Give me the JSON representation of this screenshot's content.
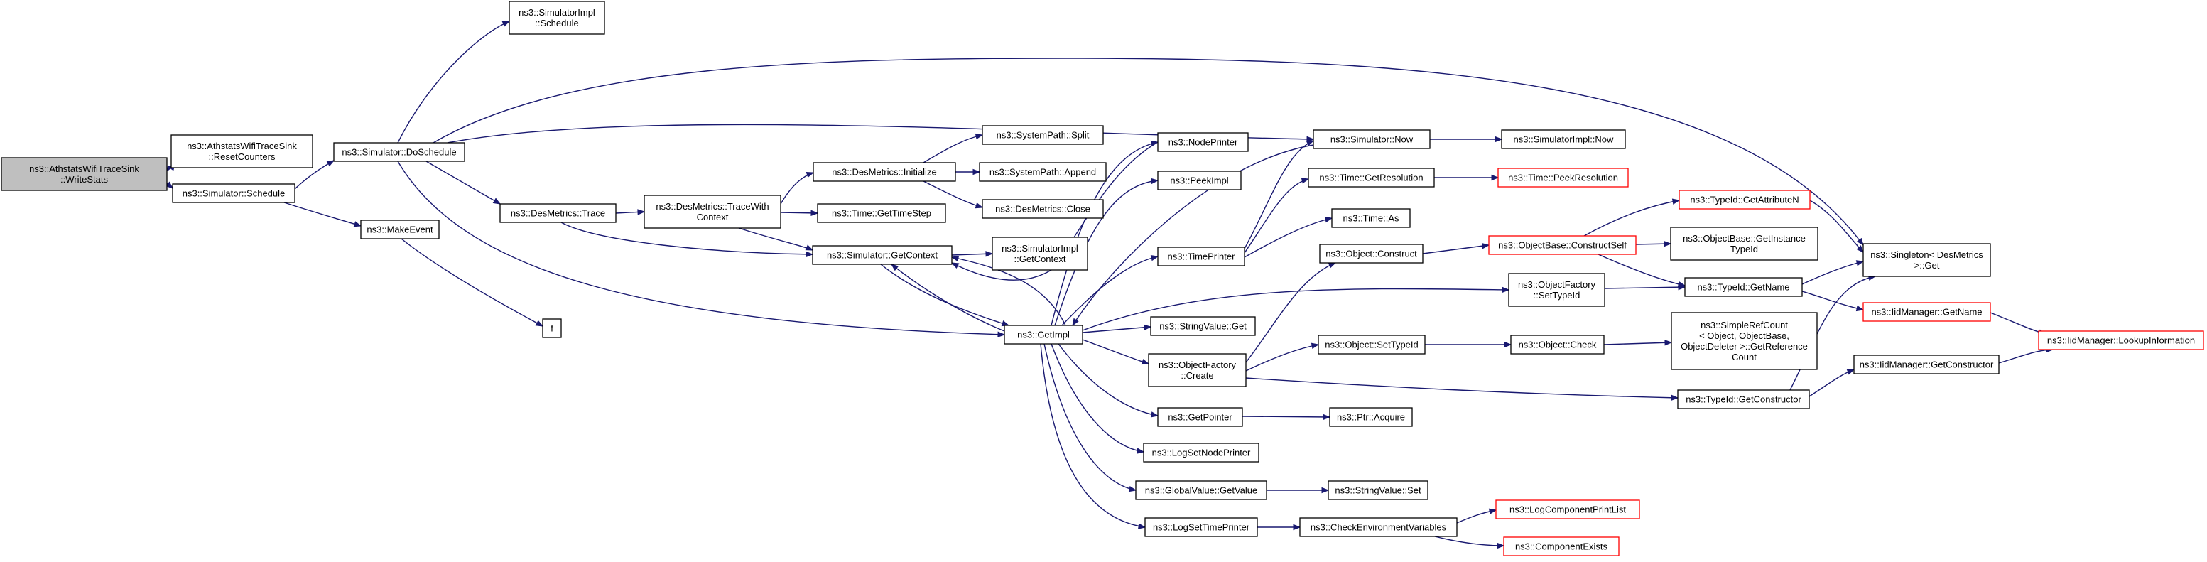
{
  "colors": {
    "edge": "#191970",
    "root_fill": "#bfbfbf",
    "red_border": "#ff0000",
    "border": "#000000",
    "background": "#ffffff"
  },
  "nodes": {
    "root": [
      "ns3::AthstatsWifiTraceSink",
      "::WriteStats"
    ],
    "reset_counters": [
      "ns3::AthstatsWifiTraceSink",
      "::ResetCounters"
    ],
    "sim_schedule": [
      "ns3::Simulator::Schedule"
    ],
    "simimpl_schedule": [
      "ns3::SimulatorImpl",
      "::Schedule"
    ],
    "do_schedule": [
      "ns3::Simulator::DoSchedule"
    ],
    "make_event": [
      "ns3::MakeEvent"
    ],
    "f": [
      "f"
    ],
    "des_trace": [
      "ns3::DesMetrics::Trace"
    ],
    "des_tracewith": [
      "ns3::DesMetrics::TraceWith",
      "Context"
    ],
    "des_initialize": [
      "ns3::DesMetrics::Initialize"
    ],
    "syspath_split": [
      "ns3::SystemPath::Split"
    ],
    "syspath_append": [
      "ns3::SystemPath::Append"
    ],
    "des_close": [
      "ns3::DesMetrics::Close"
    ],
    "time_gettimestep": [
      "ns3::Time::GetTimeStep"
    ],
    "sim_getcontext": [
      "ns3::Simulator::GetContext"
    ],
    "simimpl_getcontext": [
      "ns3::SimulatorImpl",
      "::GetContext"
    ],
    "get_impl": [
      "ns3::GetImpl"
    ],
    "node_printer": [
      "ns3::NodePrinter"
    ],
    "peek_impl": [
      "ns3::PeekImpl"
    ],
    "time_printer": [
      "ns3::TimePrinter"
    ],
    "stringvalue_get": [
      "ns3::StringValue::Get"
    ],
    "objfactory_create": [
      "ns3::ObjectFactory",
      "::Create"
    ],
    "get_pointer": [
      "ns3::GetPointer"
    ],
    "log_set_node_printer": [
      "ns3::LogSetNodePrinter"
    ],
    "globalvalue_getvalue": [
      "ns3::GlobalValue::GetValue"
    ],
    "log_set_time_printer": [
      "ns3::LogSetTimePrinter"
    ],
    "sim_now": [
      "ns3::Simulator::Now"
    ],
    "simimpl_now": [
      "ns3::SimulatorImpl::Now"
    ],
    "time_getresolution": [
      "ns3::Time::GetResolution"
    ],
    "time_peekresolution": [
      "ns3::Time::PeekResolution"
    ],
    "time_as": [
      "ns3::Time::As"
    ],
    "object_construct": [
      "ns3::Object::Construct"
    ],
    "objbase_constructself": [
      "ns3::ObjectBase::ConstructSelf"
    ],
    "typeid_getattributen": [
      "ns3::TypeId::GetAttributeN"
    ],
    "objbase_getinstancetypeid": [
      "ns3::ObjectBase::GetInstance",
      "TypeId"
    ],
    "objfactory_settypeid": [
      "ns3::ObjectFactory",
      "::SetTypeId"
    ],
    "typeid_getname": [
      "ns3::TypeId::GetName"
    ],
    "singleton_get": [
      "ns3::Singleton< DesMetrics",
      " >::Get"
    ],
    "iidmanager_getname": [
      "ns3::IidManager::GetName"
    ],
    "iidmanager_lookupinformation": [
      "ns3::IidManager::LookupInformation"
    ],
    "object_settypeid": [
      "ns3::Object::SetTypeId"
    ],
    "object_check": [
      "ns3::Object::Check"
    ],
    "simplerefcount": [
      "ns3::SimpleRefCount",
      "< Object, ObjectBase,",
      " ObjectDeleter >::GetReference",
      "Count"
    ],
    "typeid_getconstructor": [
      "ns3::TypeId::GetConstructor"
    ],
    "iidmanager_getconstructor": [
      "ns3::IidManager::GetConstructor"
    ],
    "ptr_acquire": [
      "ns3::Ptr::Acquire"
    ],
    "stringvalue_set": [
      "ns3::StringValue::Set"
    ],
    "check_env_vars": [
      "ns3::CheckEnvironmentVariables"
    ],
    "log_component_print_list": [
      "ns3::LogComponentPrintList"
    ],
    "component_exists": [
      "ns3::ComponentExists"
    ]
  }
}
